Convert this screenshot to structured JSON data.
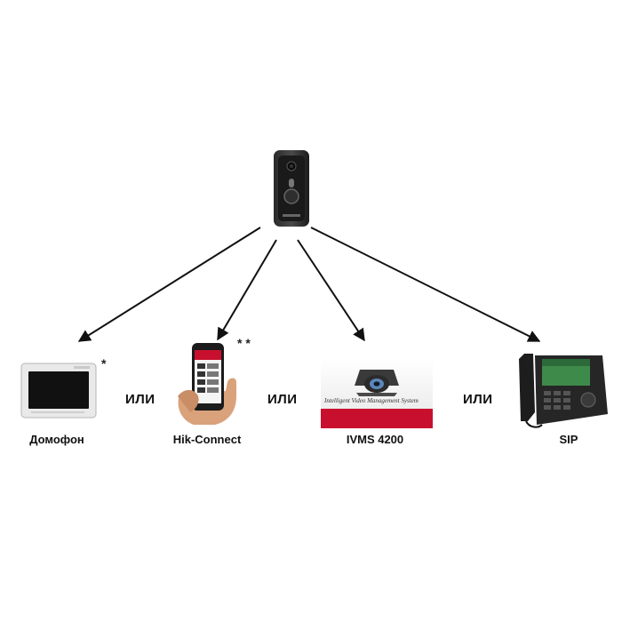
{
  "diagram": {
    "source": {
      "icon": "doorbell-icon"
    },
    "targets": [
      {
        "id": "domofon",
        "label": "Домофон",
        "icon": "indoor-monitor-icon",
        "marker": "*"
      },
      {
        "id": "hik-connect",
        "label": "Hik-Connect",
        "icon": "smartphone-icon",
        "marker": "* *"
      },
      {
        "id": "ivms",
        "label": "IVMS 4200",
        "icon": "ivms-software-icon",
        "marker": ""
      },
      {
        "id": "sip",
        "label": "SIP",
        "icon": "ip-phone-icon",
        "marker": ""
      }
    ],
    "separators": [
      "ИЛИ",
      "ИЛИ",
      "ИЛИ"
    ],
    "ivms_banner_text": "Intelligent Video Management System"
  },
  "colors": {
    "arrow": "#111111",
    "accent_red": "#c8102e"
  }
}
